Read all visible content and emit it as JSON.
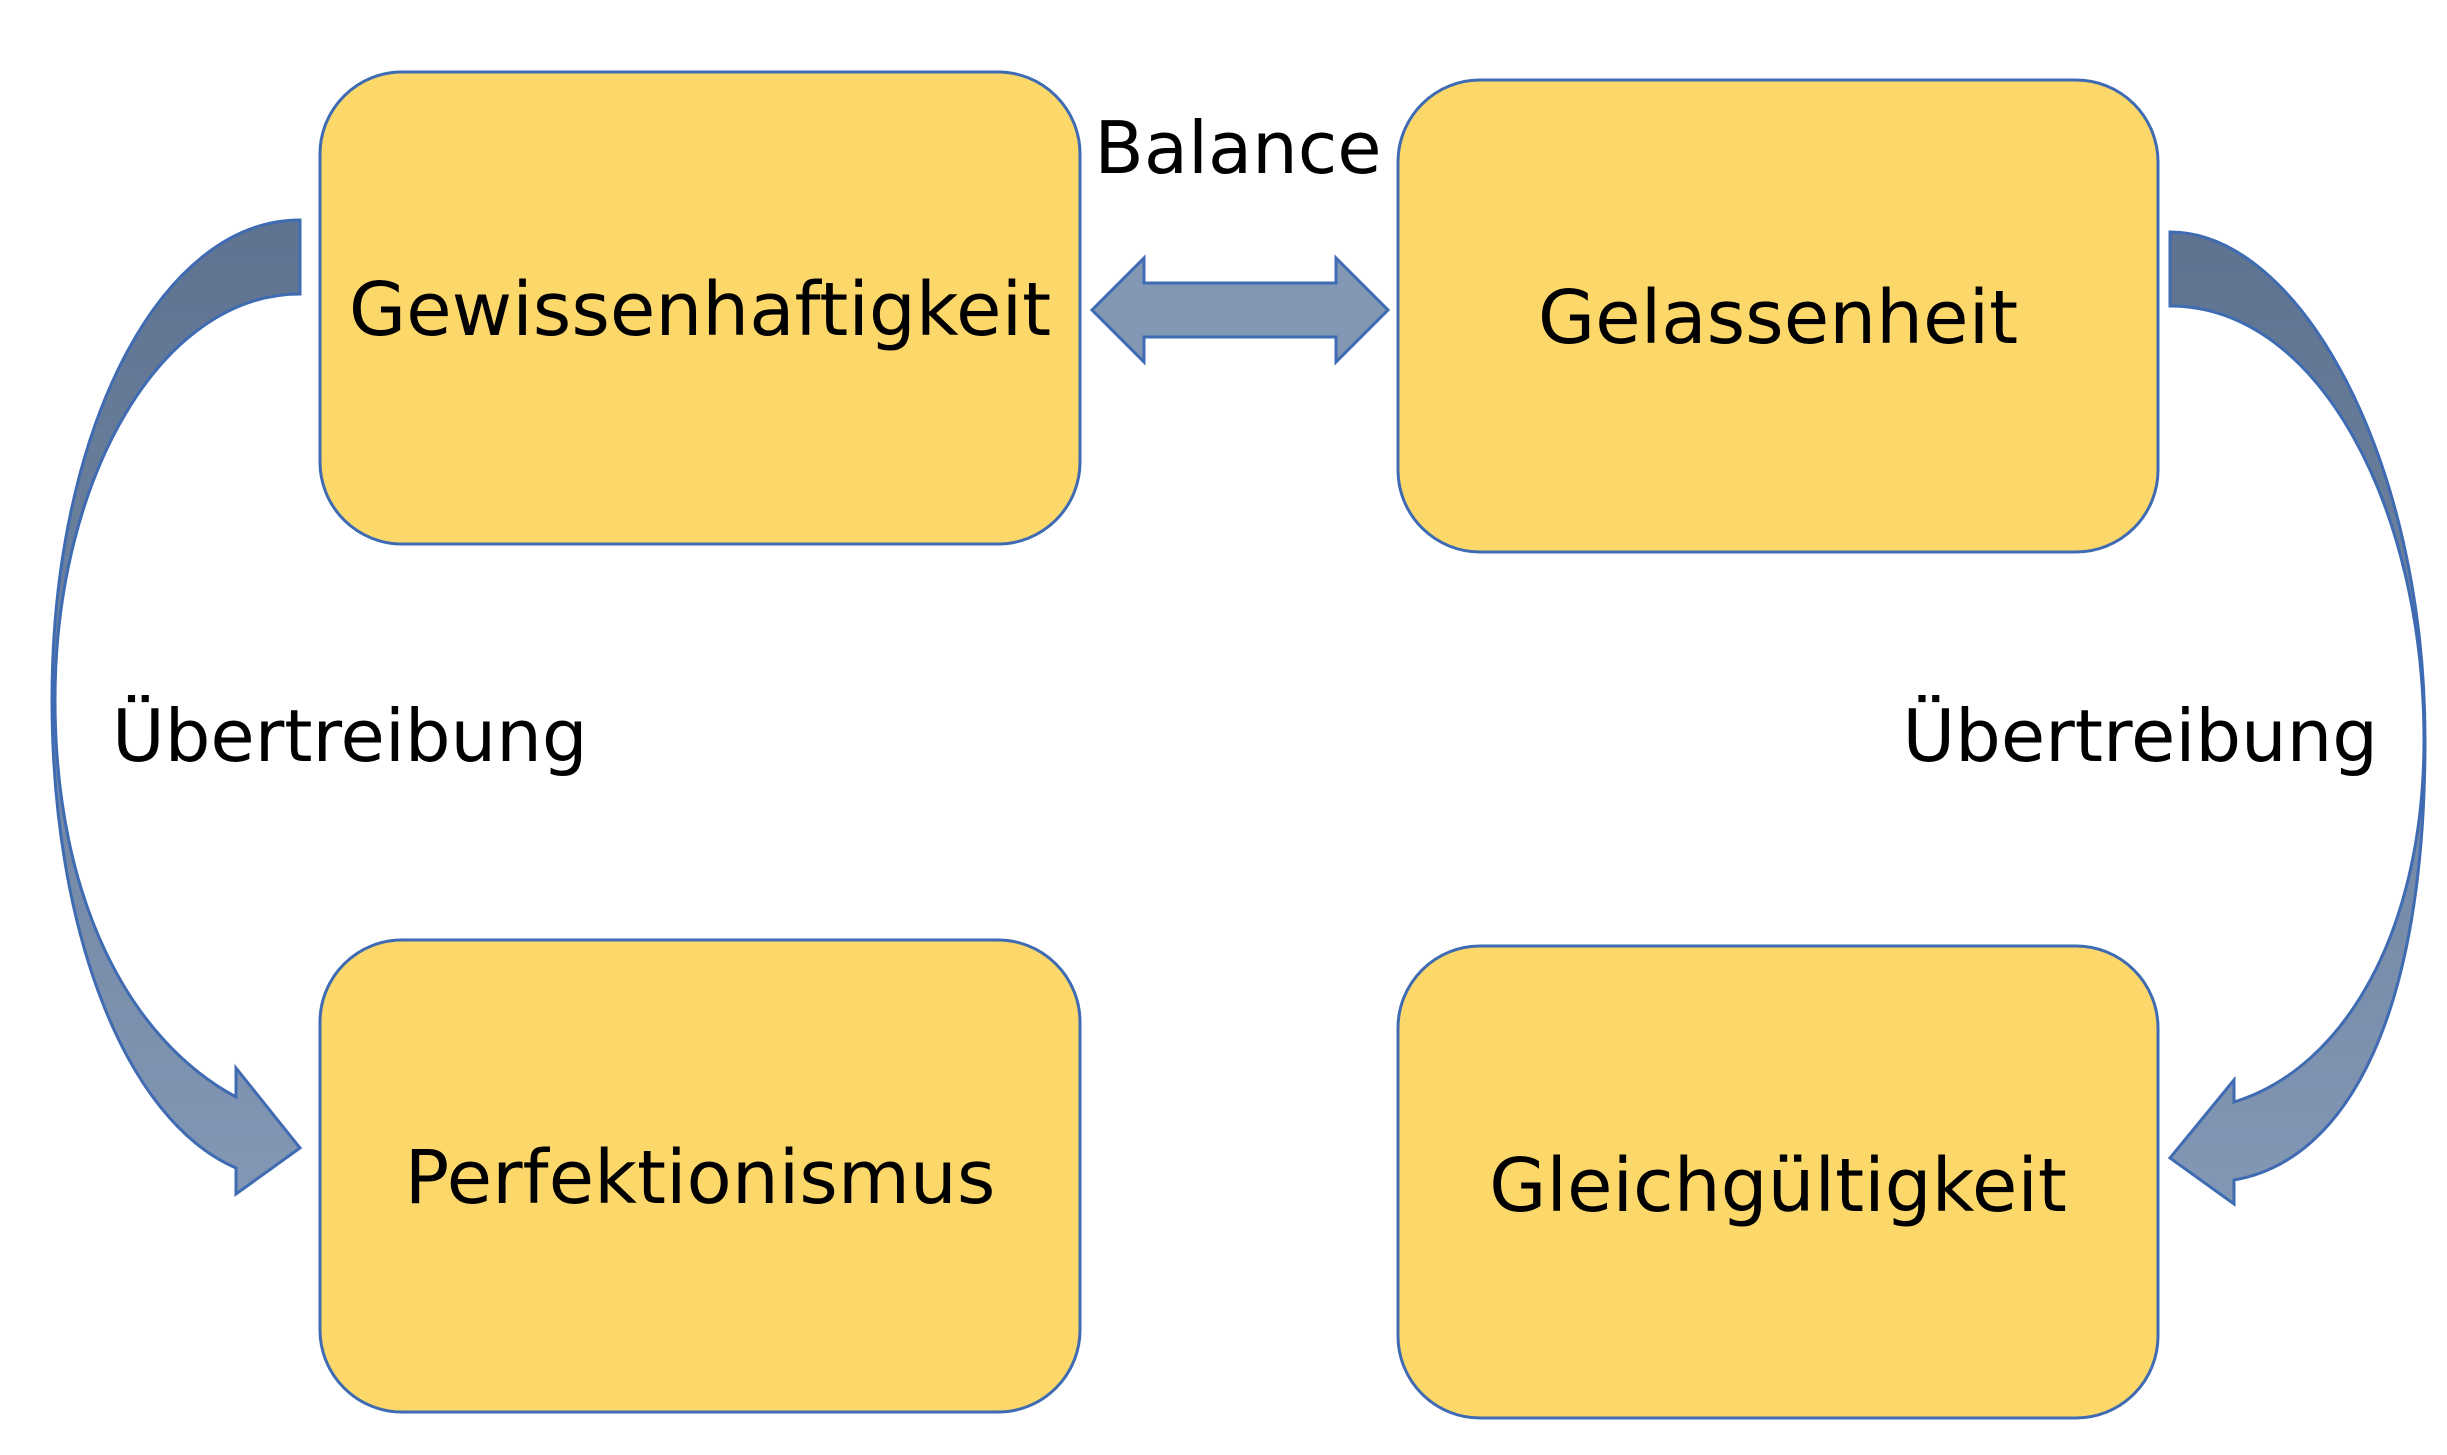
{
  "colors": {
    "box_fill": "#FCD86A",
    "box_stroke": "#3F6BB3",
    "arrow_fill_light": "#8197B4",
    "arrow_fill_dark": "#5E7390",
    "arrow_stroke": "#3F6BB3",
    "text": "#000000",
    "background": "#FFFFFF"
  },
  "nodes": {
    "gewissenhaftigkeit": "Gewissenhaftigkeit",
    "gelassenheit": "Gelassenheit",
    "perfektionismus": "Perfektionismus",
    "gleichgueltigkeit": "Gleichgültigkeit"
  },
  "edges": {
    "balance": {
      "label": "Balance",
      "from": "Gewissenhaftigkeit",
      "to": "Gelassenheit",
      "direction": "both"
    },
    "left_exaggeration": {
      "label": "Übertreibung",
      "from": "Gewissenhaftigkeit",
      "to": "Perfektionismus"
    },
    "right_exaggeration": {
      "label": "Übertreibung",
      "from": "Gelassenheit",
      "to": "Gleichgültigkeit"
    }
  }
}
